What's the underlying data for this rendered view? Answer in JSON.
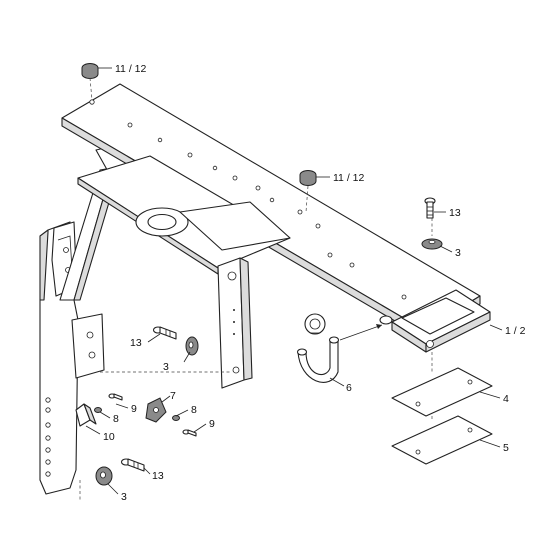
{
  "callouts": {
    "c1": "11 /  12",
    "c2": "11 /  12",
    "c3": "13",
    "c4": "3",
    "c5": "1 /  2",
    "c6": "4",
    "c7": "5",
    "c8": "6",
    "c9": "13",
    "c10": "3",
    "c11": "7",
    "c12": "9",
    "c13": "8",
    "c14": "8",
    "c15": "9",
    "c16": "10",
    "c17": "13",
    "c18": "3"
  }
}
